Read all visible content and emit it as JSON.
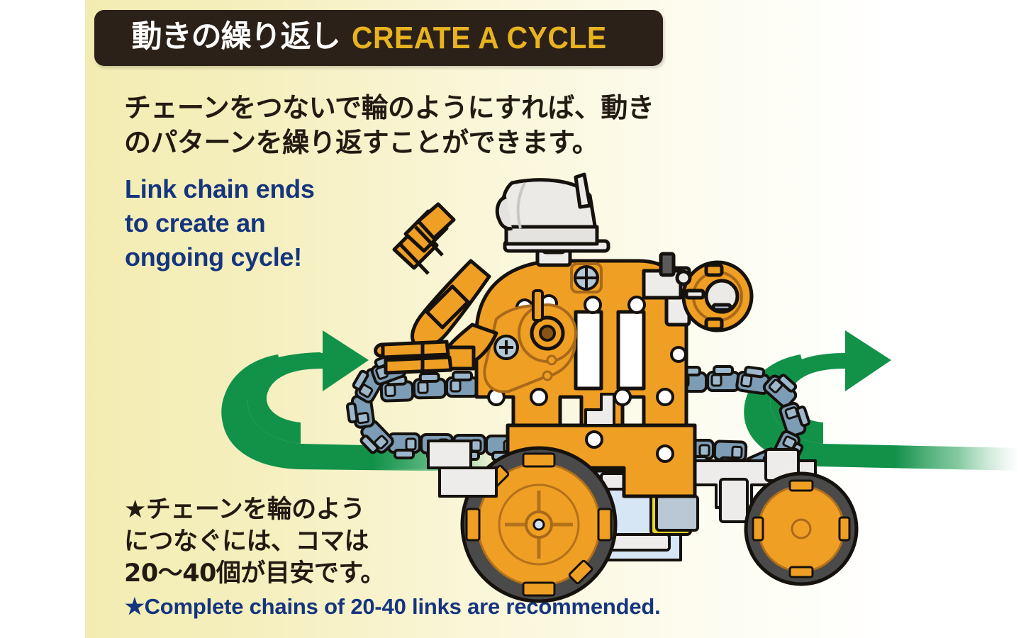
{
  "page": {
    "background_left": "#f3ecb2",
    "background_right": "#ffffff"
  },
  "header": {
    "banner_color": "#2b2118",
    "title_jp": "動きの繰り返し",
    "title_en": "CREATE A CYCLE",
    "title_jp_color": "#ffffff",
    "title_en_color": "#e8b320"
  },
  "body": {
    "jp_intro": "チェーンをつないで輪のようにすれば、動き\nのパターンを繰り返すことができます。",
    "en_lead": "Link chain ends\nto create an\nongoing cycle!",
    "jp_note": "★チェーンを輪のよう\nにつなぐには、コマは\n20〜40個が目安です。",
    "en_note": "★Complete chains of 20-40 links are recommended.",
    "jp_text_color": "#231a12",
    "en_text_color": "#15357e"
  },
  "illustration": {
    "name": "robot-with-chain-loop",
    "arrow_left": "cycle-arrow-left",
    "arrow_right": "cycle-arrow-right",
    "arrow_color": "#129149",
    "robot_body_color": "#efa024",
    "chain_color": "#7d9cb5",
    "tire_color": "#4a4a4a",
    "gearbox_color": "#d6e6f4",
    "head_color": "#eceae6"
  }
}
